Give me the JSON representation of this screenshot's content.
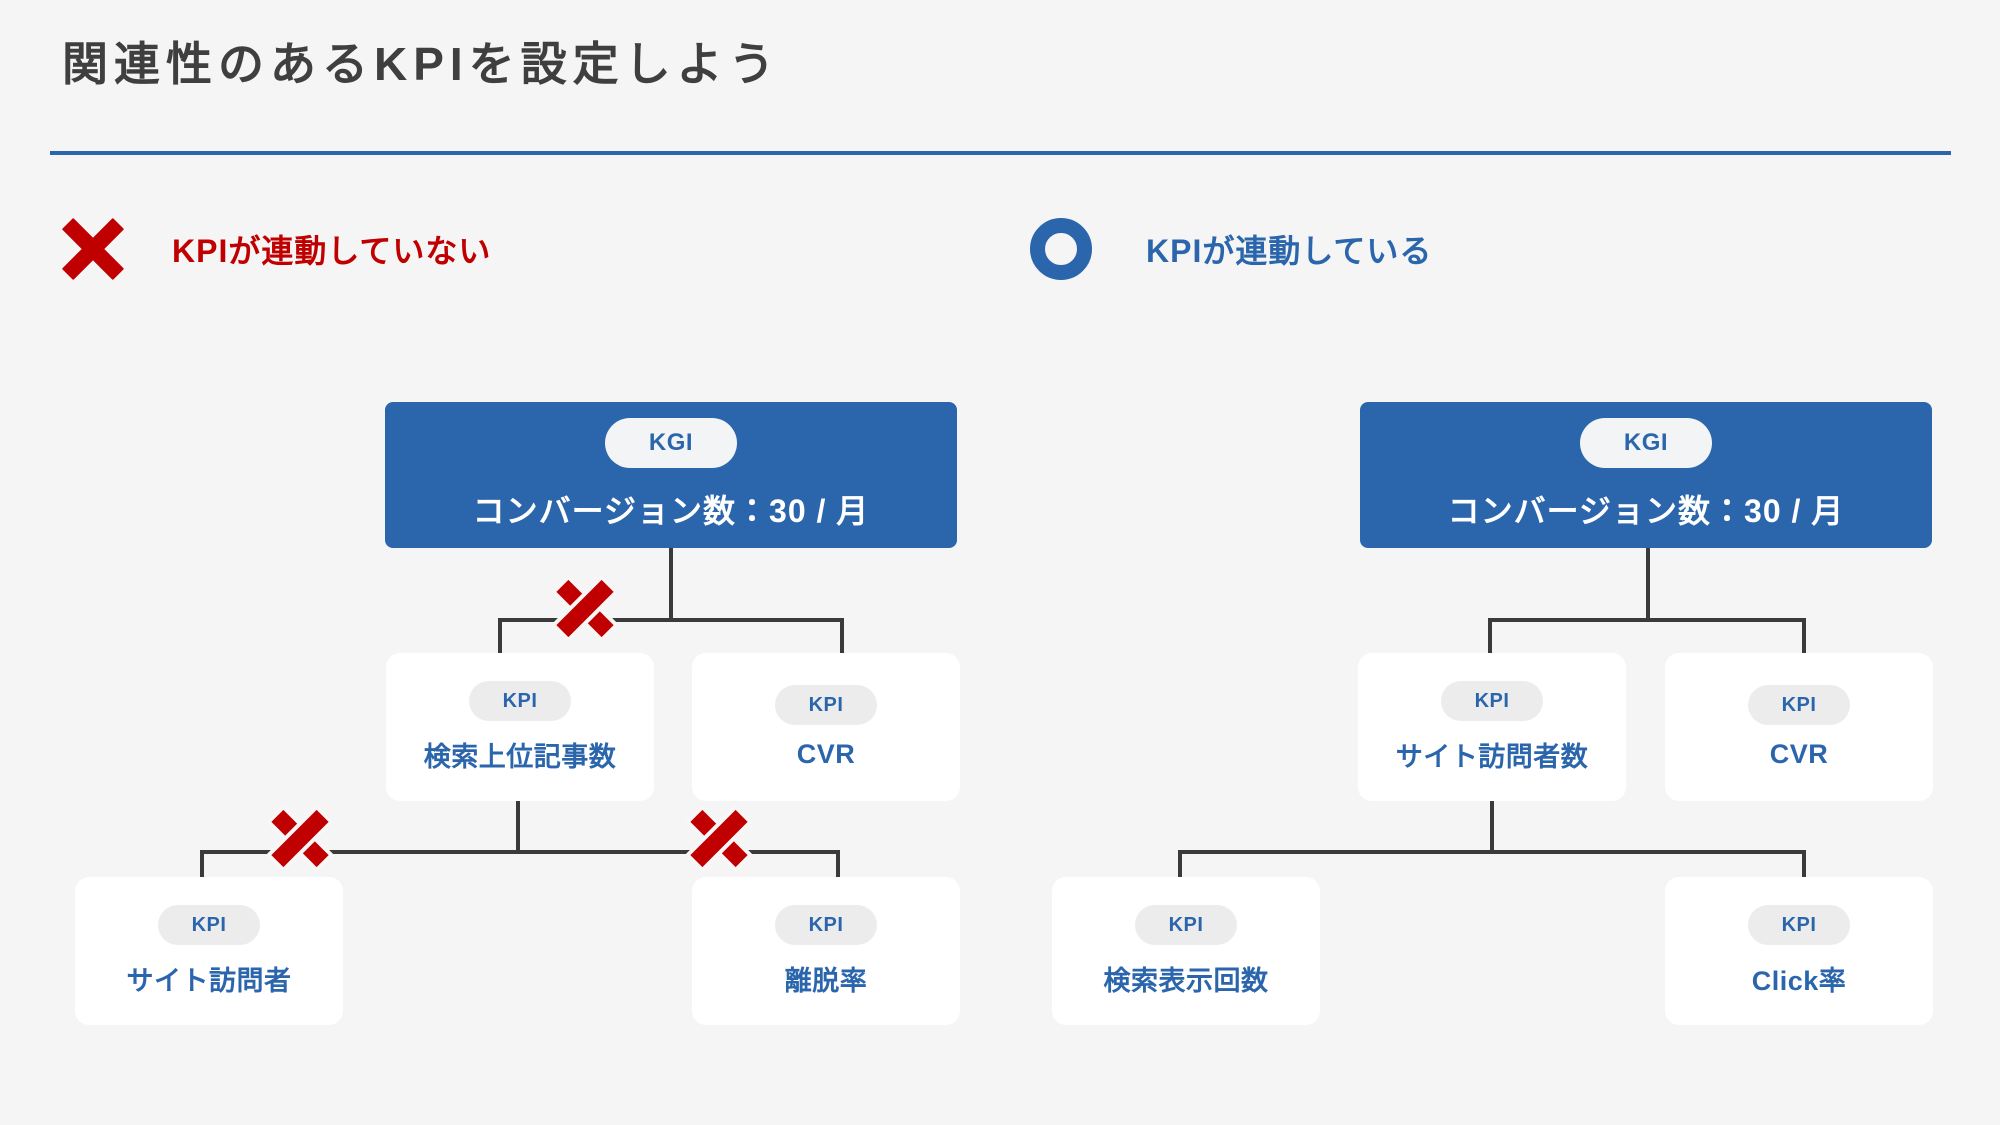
{
  "header": {
    "title": "関連性のあるKPIを設定しよう",
    "rule_color": "#2b66ac"
  },
  "legends": {
    "bad": {
      "icon": "cross-icon",
      "label": "KPIが連動していない",
      "color": "#c00000"
    },
    "good": {
      "icon": "circle-icon",
      "label": "KPIが連動している",
      "color": "#2b66ac"
    }
  },
  "trees": {
    "bad": {
      "kgi": {
        "badge": "KGI",
        "text": "コンバージョン数：30 / 月"
      },
      "level2": [
        {
          "badge": "KPI",
          "text": "検索上位記事数"
        },
        {
          "badge": "KPI",
          "text": "CVR"
        }
      ],
      "level3": [
        {
          "badge": "KPI",
          "text": "サイト訪問者"
        },
        {
          "badge": "KPI",
          "text": "離脱率"
        }
      ],
      "broken_links": 3
    },
    "good": {
      "kgi": {
        "badge": "KGI",
        "text": "コンバージョン数：30 / 月"
      },
      "level2": [
        {
          "badge": "KPI",
          "text": "サイト訪問者数"
        },
        {
          "badge": "KPI",
          "text": "CVR"
        }
      ],
      "level3": [
        {
          "badge": "KPI",
          "text": "検索表示回数"
        },
        {
          "badge": "KPI",
          "text": "Click率"
        }
      ],
      "broken_links": 0
    }
  },
  "colors": {
    "background": "#f5f5f5",
    "accent_blue": "#2b66ac",
    "accent_red": "#c00000",
    "title_gray": "#3f3f3f",
    "connector_gray": "#3a3a3a",
    "card_white": "#ffffff",
    "badge_gray": "#ececec"
  }
}
